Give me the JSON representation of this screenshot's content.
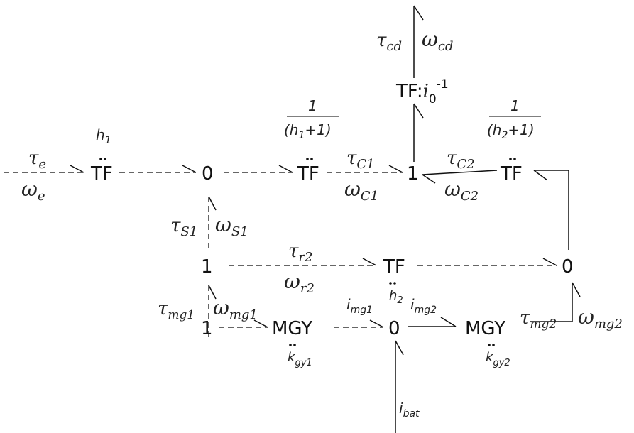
{
  "elements": {
    "tf_engine": "TF",
    "zero_top": "0",
    "tf_c1": "TF",
    "one_c": "1",
    "tf_c2": "TF",
    "tf_cd_prefix": "TF:",
    "i0": "i",
    "i0_sub": "0",
    "i0_sup": "-1",
    "one_s1": "1",
    "tf_r2": "TF",
    "zero_right": "0",
    "one_mg1": "1",
    "mgy1": "MGY",
    "zero_bottom": "0",
    "mgy2": "MGY"
  },
  "params": {
    "h1": "h",
    "h1_sub": "1",
    "frac1_num": "1",
    "frac1_den": "(h",
    "frac1_den_sub": "1",
    "frac1_den_end": "+1)",
    "frac2_num": "1",
    "frac2_den": "(h",
    "frac2_den_sub": "2",
    "frac2_den_end": "+1)",
    "h2": "h",
    "h2_sub": "2",
    "kgy1": "k",
    "kgy1_sub": "gy1",
    "kgy2": "k",
    "kgy2_sub": "gy2"
  },
  "bond_labels": {
    "tau_e": "τ",
    "tau_e_sub": "e",
    "omega_e": "ω",
    "omega_e_sub": "e",
    "tau_c1": "τ",
    "tau_c1_sub": "C1",
    "omega_c1": "ω",
    "omega_c1_sub": "C1",
    "tau_c2": "τ",
    "tau_c2_sub": "C2",
    "omega_c2": "ω",
    "omega_c2_sub": "C2",
    "tau_cd": "τ",
    "tau_cd_sub": "cd",
    "omega_cd": "ω",
    "omega_cd_sub": "cd",
    "tau_s1": "τ",
    "tau_s1_sub": "S1",
    "omega_s1": "ω",
    "omega_s1_sub": "S1",
    "tau_r2": "τ",
    "tau_r2_sub": "r2",
    "omega_r2": "ω",
    "omega_r2_sub": "r2",
    "tau_mg1": "τ",
    "tau_mg1_sub": "mg1",
    "omega_mg1": "ω",
    "omega_mg1_sub": "mg1",
    "tau_mg2": "τ",
    "tau_mg2_sub": "mg2",
    "omega_mg2": "ω",
    "omega_mg2_sub": "mg2",
    "i_mg1": "i",
    "i_mg1_sub": "mg1",
    "i_mg2": "i",
    "i_mg2_sub": "mg2",
    "i_bat": "i",
    "i_bat_sub": "bat"
  }
}
